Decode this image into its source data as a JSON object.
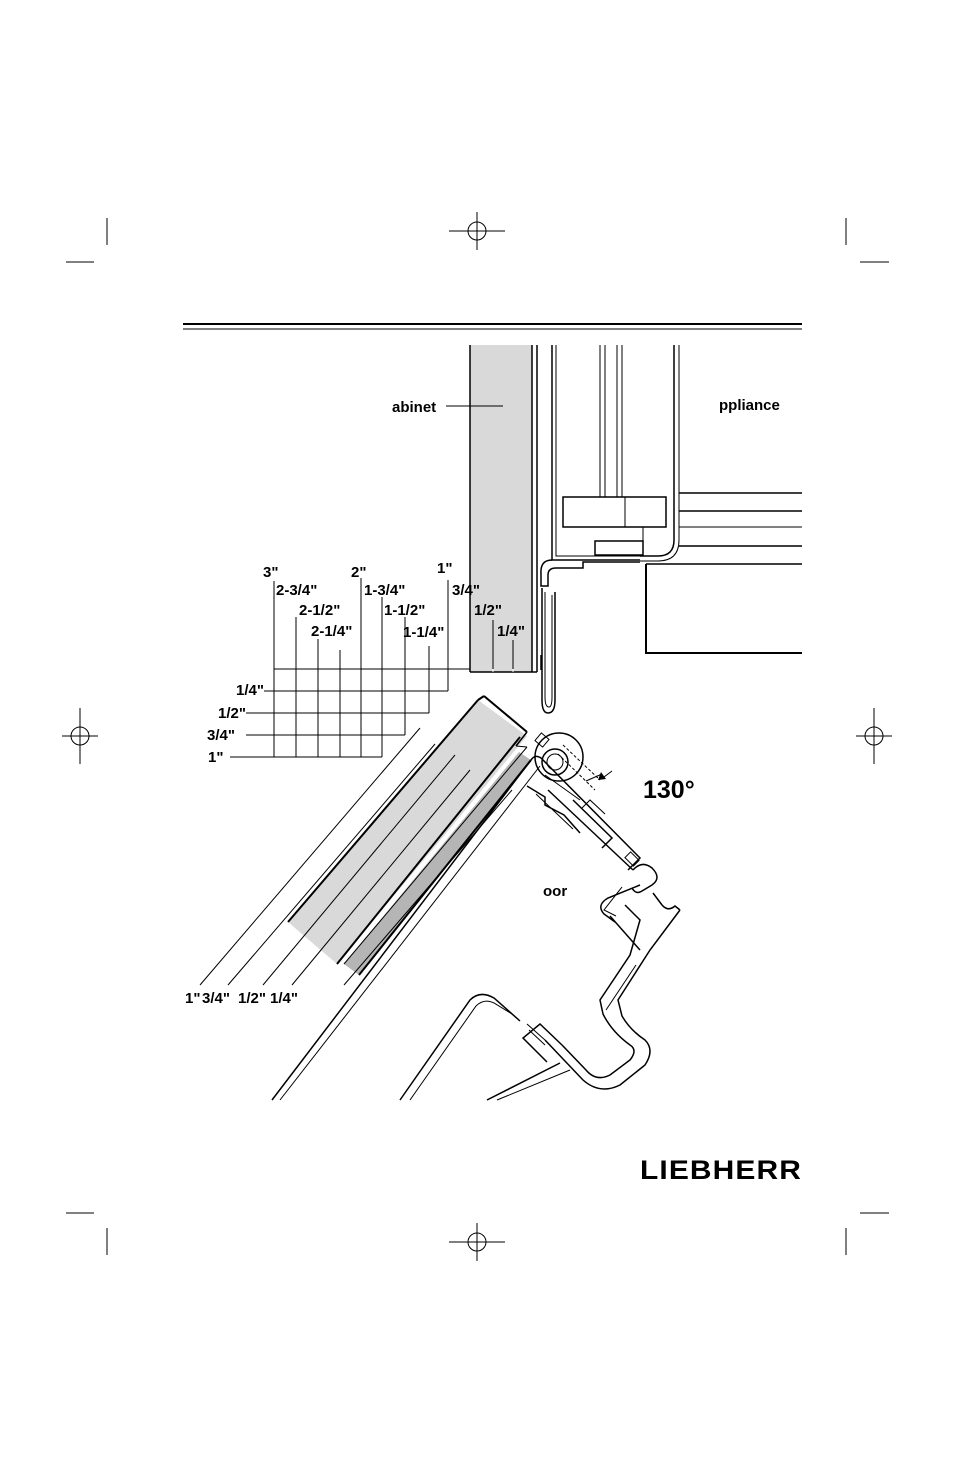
{
  "labels": {
    "cabinet": "abinet",
    "appliance": "ppliance",
    "door": "oor",
    "angle": "130°"
  },
  "top_scale": [
    "3\"",
    "2-3/4\"",
    "2-1/2\"",
    "2-1/4\"",
    "2\"",
    "1-3/4\"",
    "1-1/2\"",
    "1-1/4\"",
    "1\"",
    "3/4\"",
    "1/2\"",
    "1/4\""
  ],
  "left_scale": [
    "1/4\"",
    "1/2\"",
    "3/4\"",
    "1\""
  ],
  "bottom_scale": [
    "1\"",
    "3/4\"",
    "1/2\"",
    "1/4\""
  ],
  "brand": "LIEBHERR",
  "colors": {
    "panel_fill": "#d9d9d9",
    "panel_dark": "#b5b5b5",
    "line": "#000000"
  }
}
